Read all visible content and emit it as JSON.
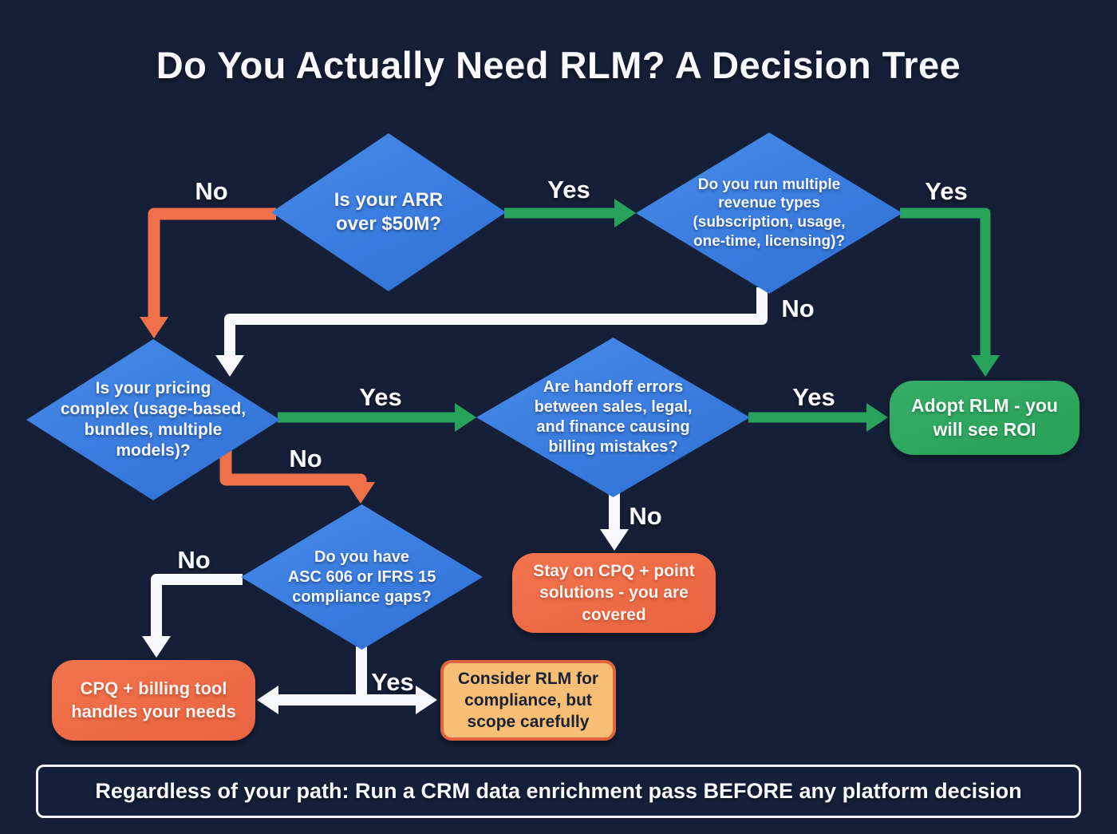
{
  "title": "Do You Actually Need RLM? A Decision Tree",
  "colors": {
    "background": "#152038",
    "diamond_blue": "#3b7de0",
    "arrow_green": "#27a35b",
    "arrow_orange": "#f0704a",
    "arrow_white": "#f7f9fc",
    "outcome_green": "#2da561",
    "outcome_orange": "#ed6946",
    "outcome_amber_fill": "#f6bf75",
    "outcome_amber_border": "#e2633e",
    "text_light": "#f8fafd",
    "text_dark": "#1a2134"
  },
  "nodes": {
    "arr": {
      "label": [
        "Is your ARR",
        "over $50M?"
      ]
    },
    "revenue_types": {
      "label": [
        "Do you run multiple",
        "revenue types",
        "(subscription, usage,",
        "one-time, licensing)?"
      ]
    },
    "pricing_complex": {
      "label": [
        "Is your pricing",
        "complex (usage-based,",
        "bundles, multiple",
        "models)?"
      ]
    },
    "handoff_errors": {
      "label": [
        "Are handoff errors",
        "between sales, legal,",
        "and finance causing",
        "billing mistakes?"
      ]
    },
    "compliance_gaps": {
      "label": [
        "Do you have",
        "ASC 606 or IFRS 15",
        "compliance gaps?"
      ]
    }
  },
  "edges": {
    "arr_yes": "Yes",
    "arr_no": "No",
    "revenue_yes": "Yes",
    "revenue_no": "No",
    "pricing_yes": "Yes",
    "pricing_no": "No",
    "handoff_yes": "Yes",
    "handoff_no": "No",
    "compliance_yes": "Yes",
    "compliance_no": "No"
  },
  "outcomes": {
    "adopt": {
      "label": [
        "Adopt RLM - you",
        "will see ROI"
      ]
    },
    "stay": {
      "label": [
        "Stay on CPQ + point",
        "solutions - you are",
        "covered"
      ]
    },
    "cpq": {
      "label": [
        "CPQ + billing tool",
        "handles your needs"
      ]
    },
    "consider": {
      "label": [
        "Consider RLM for",
        "compliance, but",
        "scope carefully"
      ]
    }
  },
  "footer": "Regardless of your path: Run a CRM data enrichment pass BEFORE any platform decision"
}
